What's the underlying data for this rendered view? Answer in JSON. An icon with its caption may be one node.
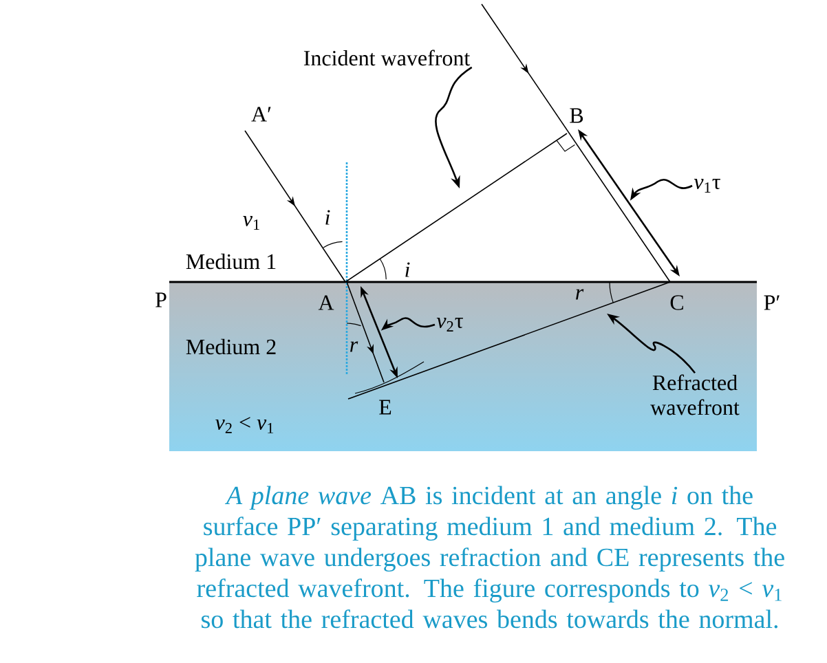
{
  "diagram": {
    "caption": "*A plane wave* AB is incident at an angle *i* on the surface PP′ separating medium 1 and medium 2. The plane wave undergoes refraction and CE represents the refracted wavefront. The figure corresponds to *v*$_{2}$ < *v*$_{1}$ so that the refracted waves bends towards the normal.",
    "nodes": [
      {
        "text": [
          "Incident wavefront"
        ]
      },
      {
        "text": [
          "*v*$_{1}$τ"
        ]
      },
      {
        "text": [
          "*v*$_{2}$τ"
        ]
      },
      {
        "text": [
          "Refracted wavefront"
        ]
      },
      {
        "text": [],
        "shape": "arrow"
      },
      {
        "text": [],
        "shape": "arrow"
      }
    ],
    "edges": [
      {
        "from": 0,
        "to": null,
        "arrow": "to"
      },
      {
        "from": 1,
        "to": 4,
        "arrow": "to"
      },
      {
        "from": 2,
        "to": 5,
        "arrow": "to"
      },
      {
        "from": 3,
        "to": null,
        "arrow": "to"
      }
    ],
    "labels": [
      "A′",
      "B",
      "*v*$_{1}$",
      "i",
      "Medium 1",
      "i",
      "P",
      "A",
      "r",
      "C",
      "P′",
      "Medium 2",
      "r",
      "E",
      "*v*$_{2}$ < *v*$_{1}$"
    ]
  }
}
